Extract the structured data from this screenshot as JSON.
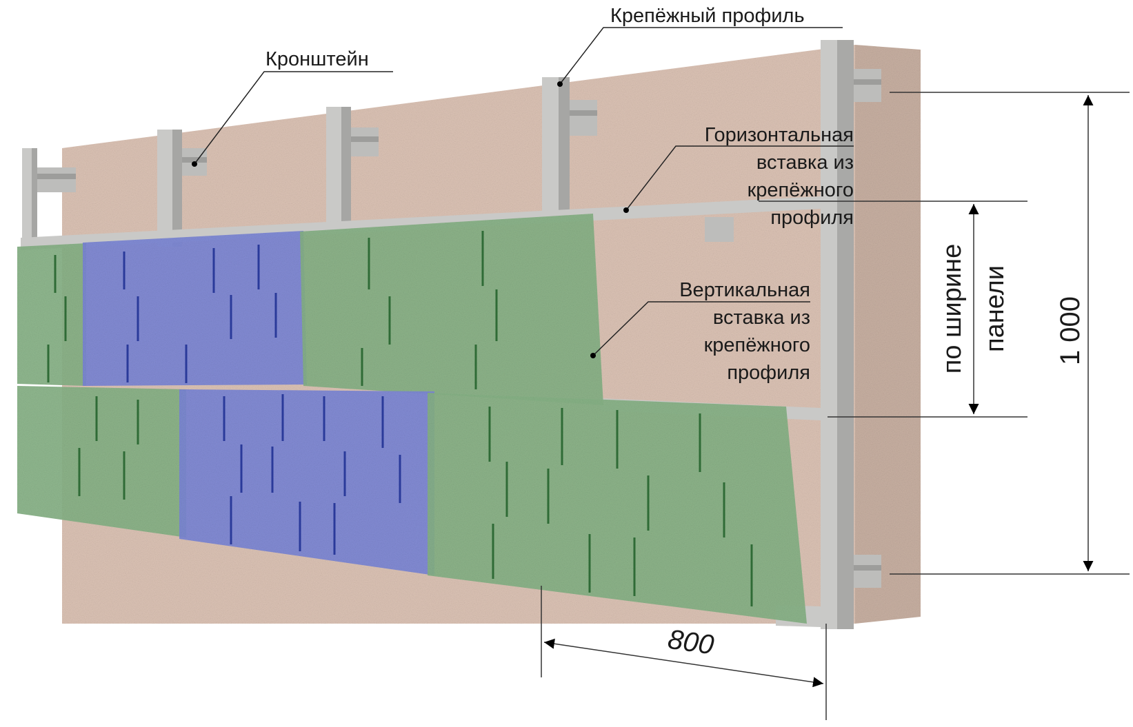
{
  "diagram": {
    "type": "technical-illustration",
    "subject": "facade panel mounting system on wall",
    "colors": {
      "wall": "#dcc3b5",
      "wall_side": "#cbb3a4",
      "profile": "#c6c6c4",
      "profile_dark": "#a9a9a7",
      "panel_green": "#86b184",
      "panel_green_dark": "#2f6b36",
      "panel_blue": "#7b86d6",
      "panel_blue_dark": "#2a3a9a",
      "dim_line": "#333333"
    },
    "callouts": {
      "mounting_profile": "Крепёжный профиль",
      "bracket": "Кронштейн",
      "horizontal_insert": [
        "Горизонтальная",
        "вставка из",
        "крепёжного",
        "профиля"
      ],
      "vertical_insert": [
        "Вертикальная",
        "вставка из",
        "крепёжного",
        "профиля"
      ]
    },
    "dimensions": {
      "panel_width_label": [
        "по ширине",
        "панели"
      ],
      "height_value": "1 000",
      "span_value": "800"
    }
  }
}
